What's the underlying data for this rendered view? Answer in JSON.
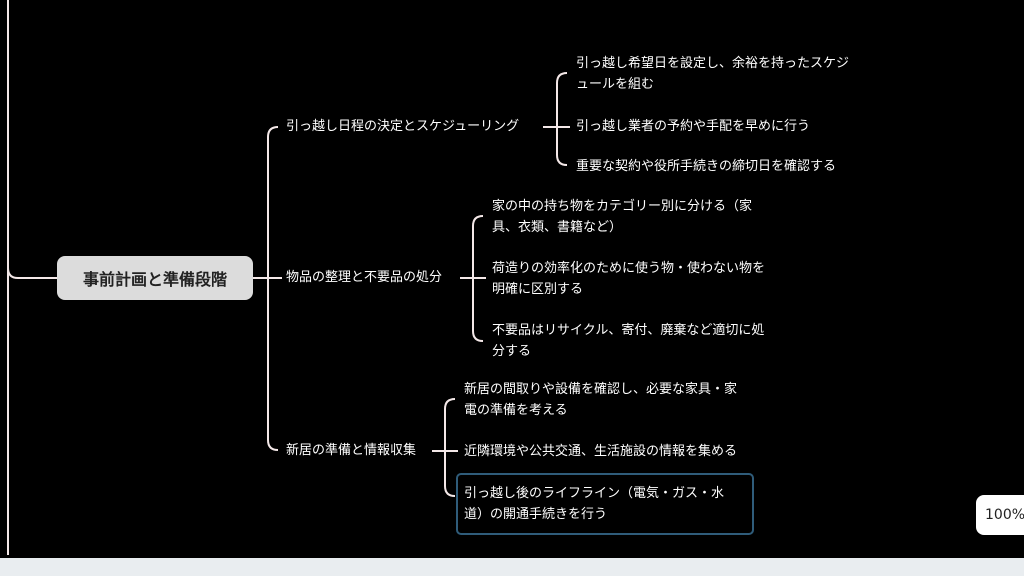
{
  "root": "事前計画と準備段階",
  "branches": [
    {
      "label": "引っ越し日程の決定とスケジューリング",
      "children": [
        "引っ越し希望日を設定し、余裕を持ったスケジ",
        "ュールを組む",
        "引っ越し業者の予約や手配を早めに行う",
        "重要な契約や役所手続きの締切日を確認する"
      ]
    },
    {
      "label": "物品の整理と不要品の処分",
      "children": [
        "家の中の持ち物をカテゴリー別に分ける（家",
        "具、衣類、書籍など）",
        "荷造りの効率化のために使う物・使わない物を",
        "明確に区別する",
        "不要品はリサイクル、寄付、廃棄など適切に処",
        "分する"
      ]
    },
    {
      "label": "新居の準備と情報収集",
      "children": [
        "新居の間取りや設備を確認し、必要な家具・家",
        "電の準備を考える",
        "近隣環境や公共交通、生活施設の情報を集める",
        "引っ越し後のライフライン（電気・ガス・水",
        "道）の開通手続きを行う"
      ]
    }
  ],
  "zoom": "100%"
}
